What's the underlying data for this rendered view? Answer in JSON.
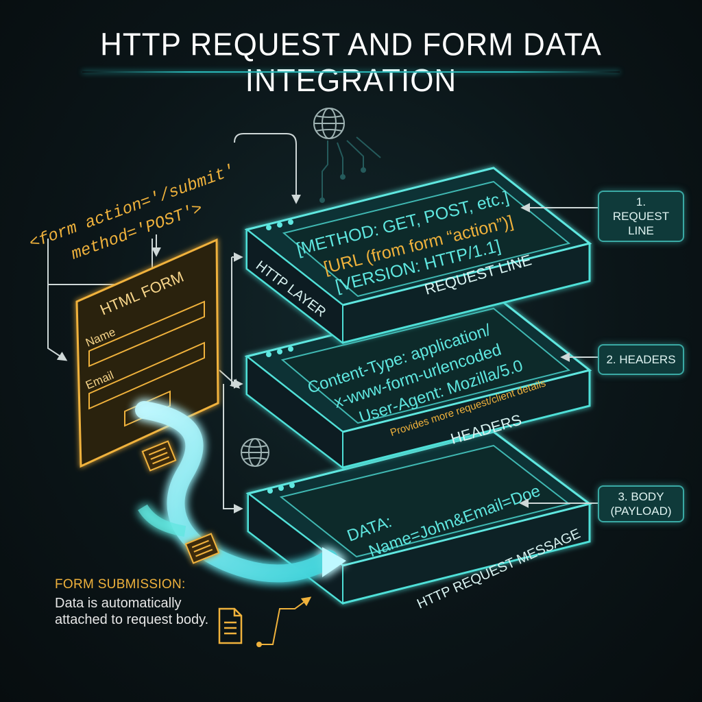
{
  "title": "HTTP REQUEST AND FORM DATA INTEGRATION",
  "form_code": {
    "line1": "<form action='/submit'",
    "line2": "method='POST'>"
  },
  "html_form": {
    "title": "HTML FORM",
    "fields": [
      "Name",
      "Email"
    ]
  },
  "layers": {
    "request_line": {
      "label": "REQUEST LINE",
      "side_label": "HTTP LAYER",
      "lines": [
        "[METHOD: GET, POST, etc.]",
        "[URL (from form “action”)]",
        "[VERSION: HTTP/1.1]"
      ]
    },
    "headers": {
      "label": "HEADERS",
      "lines": [
        "Content-Type: application/",
        "x-www-form-urlencoded",
        "User-Agent: Mozilla/5.0"
      ],
      "note": "Provides more request/client details"
    },
    "body": {
      "label": "HTTP REQUEST MESSAGE",
      "lines": [
        "DATA:",
        "Name=John&Email=Doe"
      ]
    }
  },
  "callouts": {
    "request_line": "1. REQUEST LINE",
    "headers": "2. HEADERS",
    "body_l1": "3. BODY",
    "body_l2": "(PAYLOAD)"
  },
  "submission": {
    "heading": "FORM SUBMISSION:",
    "body": "Data is automatically attached to request body."
  },
  "icons": [
    "globe-icon",
    "document-icon",
    "form-packet-icon"
  ],
  "colors": {
    "cyan": "#5fe7e0",
    "orange": "#f0b23c",
    "teal_box": "#0f3a3a"
  }
}
